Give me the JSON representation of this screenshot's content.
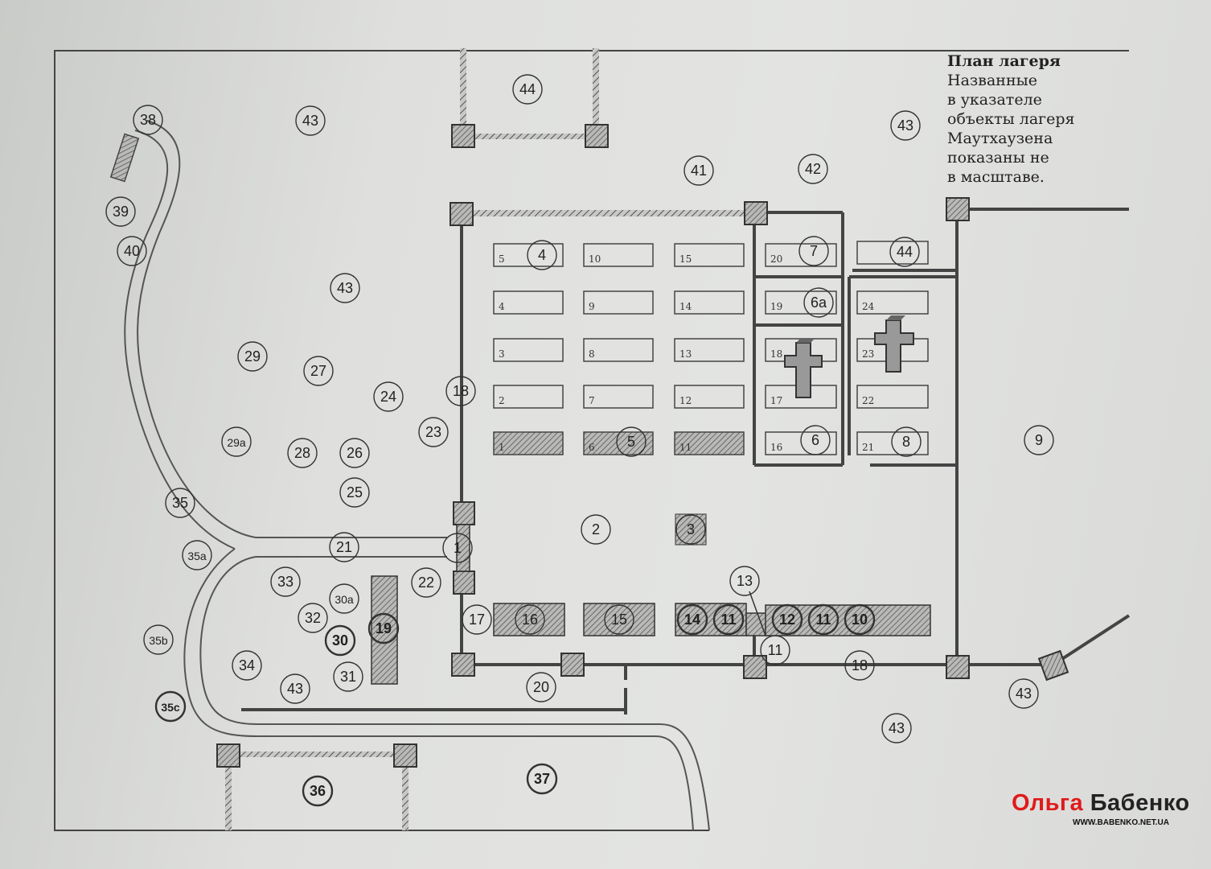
{
  "legend": {
    "title": "План лагеря",
    "lines": [
      "Названные",
      "в указателе",
      "объекты лагеря",
      "Маутхаузена",
      "показаны не",
      "в масштаве."
    ]
  },
  "watermark": {
    "first": "Ольга",
    "last": "Бабенко",
    "url": "WWW.BABENKO.NET.UA",
    "first_color": "#e01a1a"
  },
  "barrack_numbers": [
    "5",
    "4",
    "3",
    "2",
    "1",
    "10",
    "9",
    "8",
    "7",
    "6",
    "15",
    "14",
    "13",
    "12",
    "11",
    "20",
    "19",
    "18",
    "17",
    "16",
    "24",
    "23",
    "22",
    "21"
  ],
  "markers": [
    "38",
    "43",
    "44",
    "43",
    "41",
    "42",
    "39",
    "40",
    "43",
    "4",
    "7",
    "44",
    "6a",
    "29",
    "27",
    "24",
    "18",
    "23",
    "29a",
    "28",
    "26",
    "5",
    "6",
    "8",
    "9",
    "25",
    "35",
    "2",
    "3",
    "21",
    "1",
    "35a",
    "33",
    "22",
    "30a",
    "32",
    "19",
    "30",
    "17",
    "16",
    "15",
    "14",
    "11",
    "12",
    "11",
    "10",
    "13",
    "11",
    "35b",
    "34",
    "31",
    "43",
    "18",
    "20",
    "43",
    "35c",
    "43",
    "36",
    "37"
  ],
  "colors": {
    "ink": "#3a3a3a",
    "paper": "#dfe0de",
    "hatch": "#8a8a8a"
  }
}
